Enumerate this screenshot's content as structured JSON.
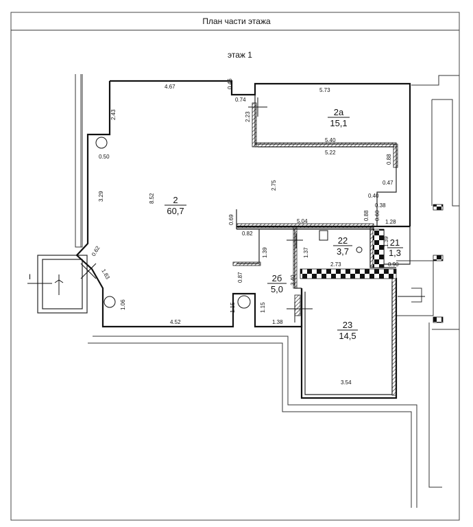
{
  "title": "План части этажа",
  "floor_label": "этаж 1",
  "section_mark": "I",
  "rooms": [
    {
      "id": "r2",
      "number": "2",
      "area": "60,7"
    },
    {
      "id": "r2a",
      "number": "2а",
      "area": "15,1"
    },
    {
      "id": "r22",
      "number": "22",
      "area": "3,7"
    },
    {
      "id": "r21",
      "number": "21",
      "area": "1,3"
    },
    {
      "id": "r2b",
      "number": "2б",
      "area": "5,0"
    },
    {
      "id": "r23",
      "number": "23",
      "area": "14,5"
    }
  ],
  "dimensions": [
    "4.67",
    "0.46",
    "0.74",
    "5.73",
    "2.43",
    "2.23",
    "0.50",
    "5.40",
    "5.22",
    "0.88",
    "2.75",
    "0.47",
    "0.40",
    "0.38",
    "8.52",
    "3.29",
    "0.88",
    "0.60",
    "0.69",
    "5.04",
    "1.28",
    "0.82",
    "1.39",
    "1.39",
    "1.37",
    "2.73",
    "0.90",
    "0.62",
    "1.83",
    "0.87",
    "3.40",
    "1.06",
    "1.15",
    "1.15",
    "4.52",
    "1.38",
    "3.54"
  ]
}
